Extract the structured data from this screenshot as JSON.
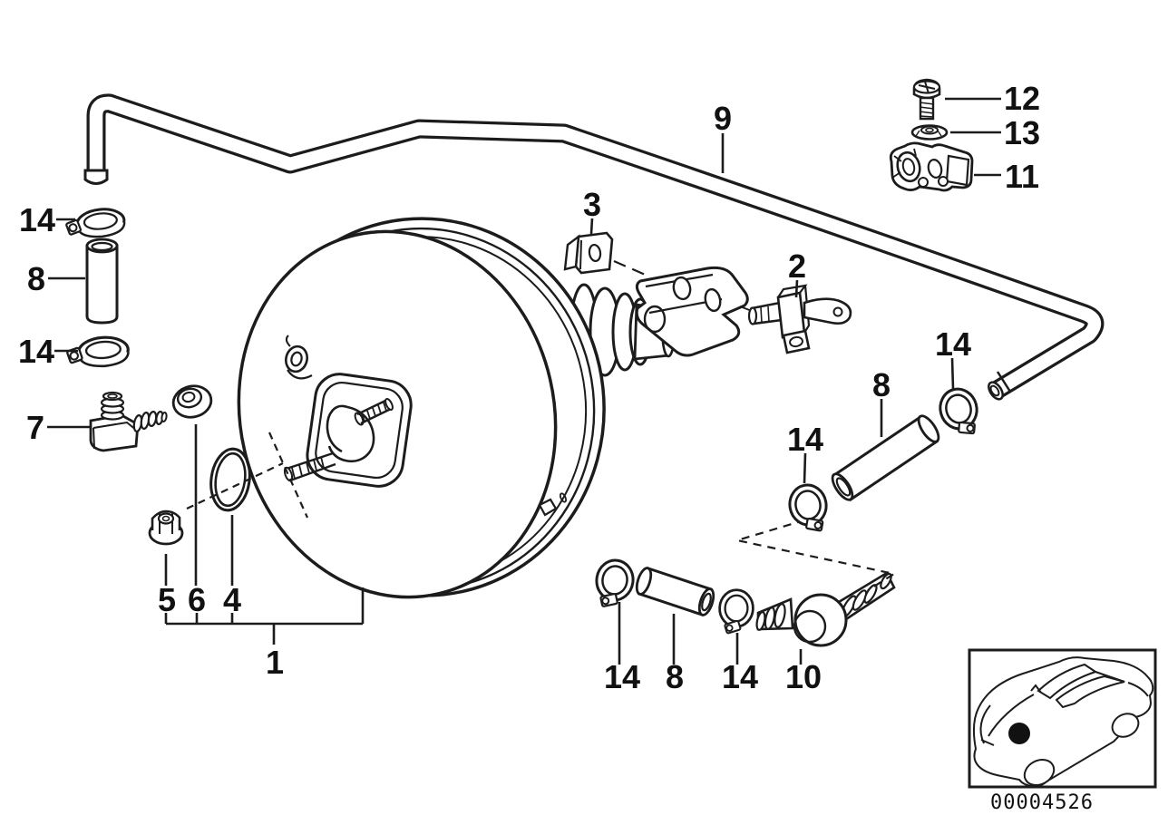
{
  "diagram": {
    "background_color": "#ffffff",
    "line_color": "#1c1c1c",
    "label_color": "#111111",
    "callout_labels": [
      {
        "part": "screw",
        "text": "12"
      },
      {
        "part": "washer",
        "text": "13"
      },
      {
        "part": "pipe-clamp-bracket",
        "text": "11"
      },
      {
        "part": "vacuum-pipe",
        "text": "9"
      },
      {
        "part": "retaining-clip",
        "text": "3"
      },
      {
        "part": "pin-lever",
        "text": "2"
      },
      {
        "part": "hose-clamp-left-top",
        "text": "14"
      },
      {
        "part": "hose-left",
        "text": "8"
      },
      {
        "part": "hose-clamp-left-bottom",
        "text": "14"
      },
      {
        "part": "elbow-fitting",
        "text": "7"
      },
      {
        "part": "nut",
        "text": "5"
      },
      {
        "part": "grommet",
        "text": "6"
      },
      {
        "part": "o-ring",
        "text": "4"
      },
      {
        "part": "brake-booster-assembly",
        "text": "1"
      },
      {
        "part": "hose-clamp-right-upper",
        "text": "14"
      },
      {
        "part": "hose-right",
        "text": "8"
      },
      {
        "part": "hose-clamp-middle",
        "text": "14"
      },
      {
        "part": "hose-clamp-bottom-left",
        "text": "14"
      },
      {
        "part": "hose-bottom",
        "text": "8"
      },
      {
        "part": "hose-clamp-bottom-right",
        "text": "14"
      },
      {
        "part": "check-valve",
        "text": "10"
      }
    ]
  },
  "inset": {
    "drawing_number": "00004526"
  }
}
